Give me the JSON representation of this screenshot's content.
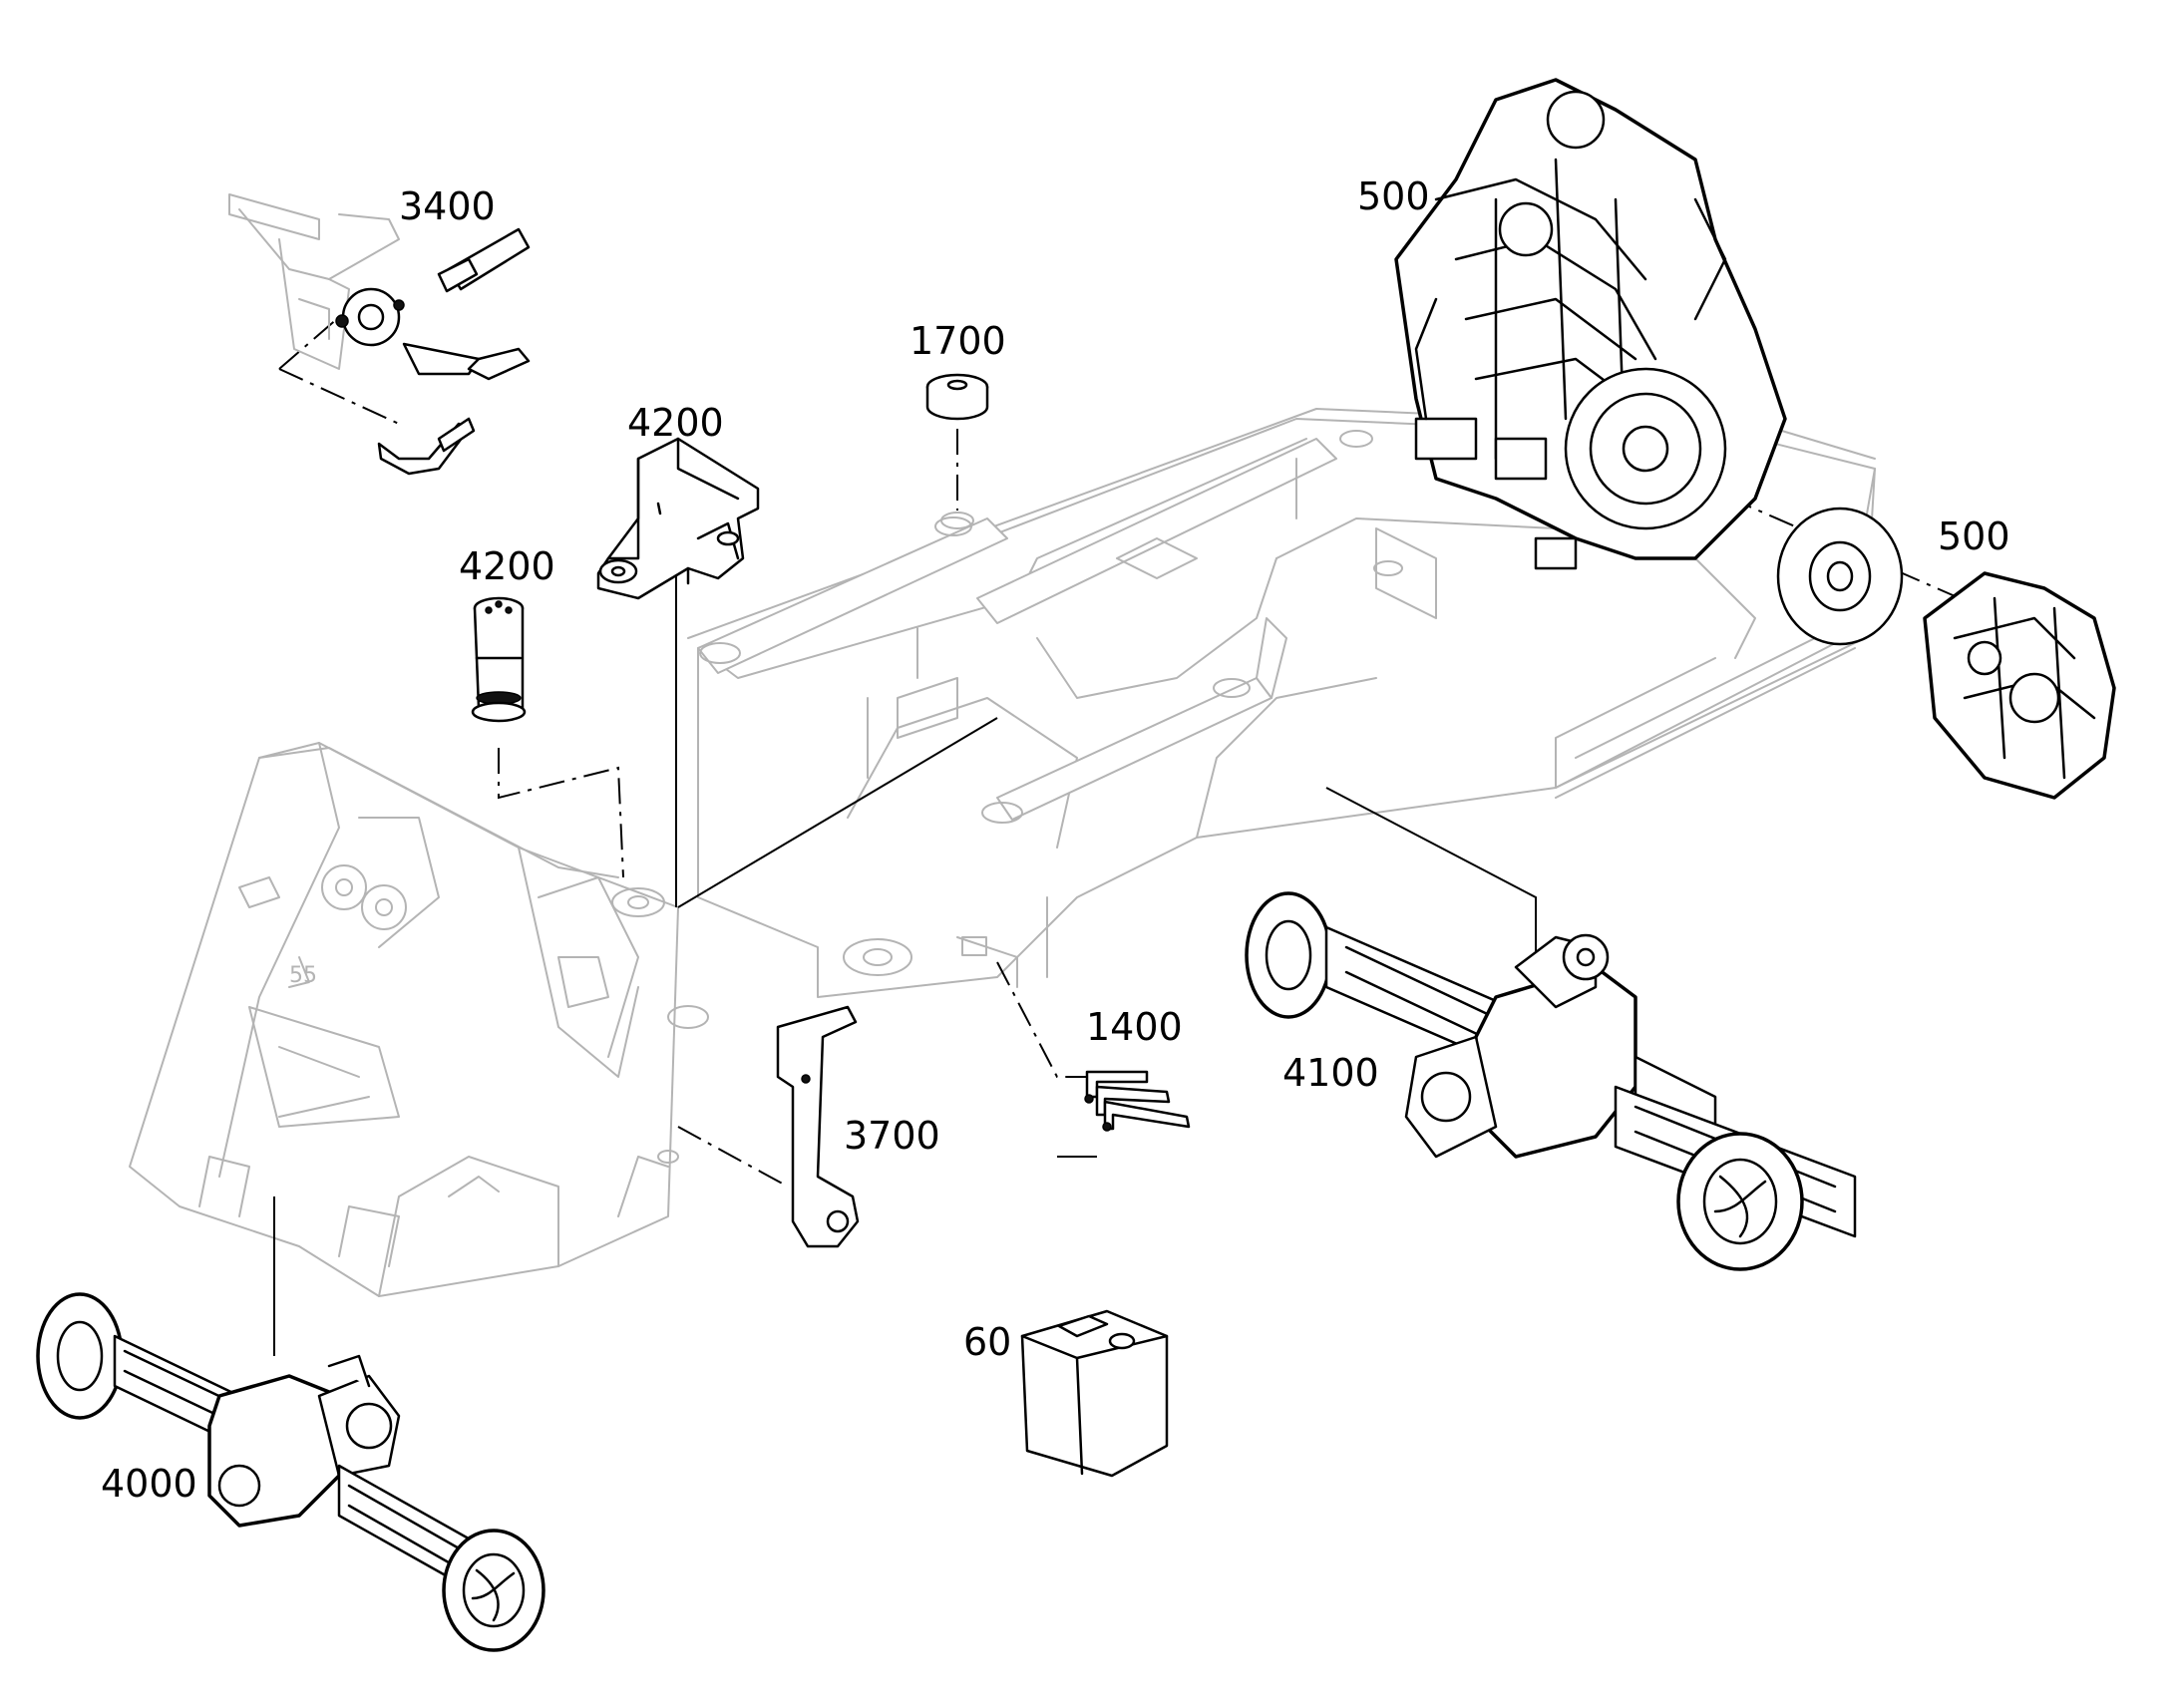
{
  "callouts": {
    "c3400": "3400",
    "c1700": "1700",
    "c4200a": "4200",
    "c4200b": "4200",
    "c500a": "500",
    "c500b": "500",
    "c1400": "1400",
    "c4100": "4100",
    "c3700": "3700",
    "c60": "60",
    "c4000": "4000"
  },
  "colors": {
    "ink": "#000000",
    "ghost": "#b4b4b4",
    "paper": "#ffffff"
  }
}
